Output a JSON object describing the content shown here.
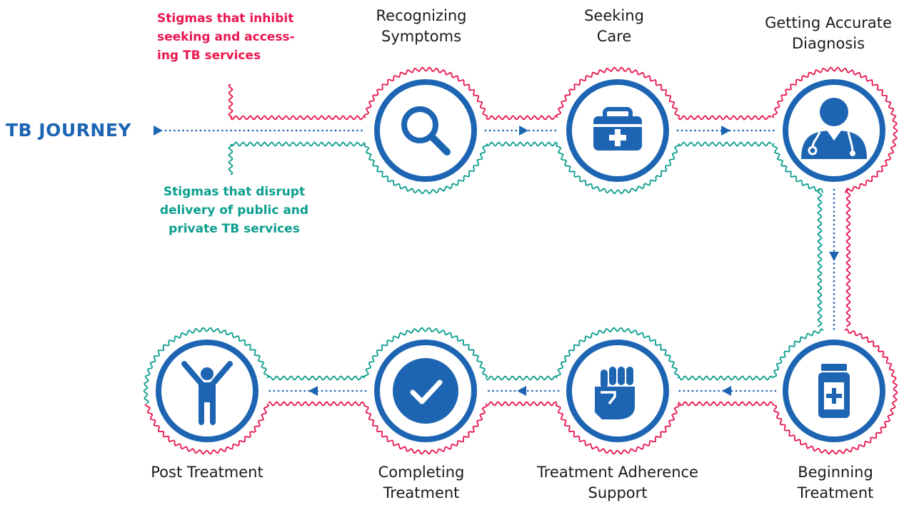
{
  "title": "TB JOURNEY",
  "notes": {
    "inhibit": "Stigmas that inhibit\nseeking and access-\ning TB services",
    "disrupt": "Stigmas that disrupt\ndelivery of public and\nprivate TB services"
  },
  "steps": [
    {
      "label": "Recognizing\nSymptoms",
      "icon": "magnifier-icon"
    },
    {
      "label": "Seeking\nCare",
      "icon": "medical-kit-icon"
    },
    {
      "label": "Getting Accurate\nDiagnosis",
      "icon": "doctor-icon"
    },
    {
      "label": "Beginning\nTreatment",
      "icon": "medicine-bottle-icon"
    },
    {
      "label": "Treatment Adherence\nSupport",
      "icon": "raised-fist-icon"
    },
    {
      "label": "Completing\nTreatment",
      "icon": "checkmark-icon"
    },
    {
      "label": "Post Treatment",
      "icon": "person-arms-raised-icon"
    }
  ],
  "colors": {
    "blue": "#1d65b3",
    "red": "#e8174f",
    "teal": "#0b9e8e"
  }
}
